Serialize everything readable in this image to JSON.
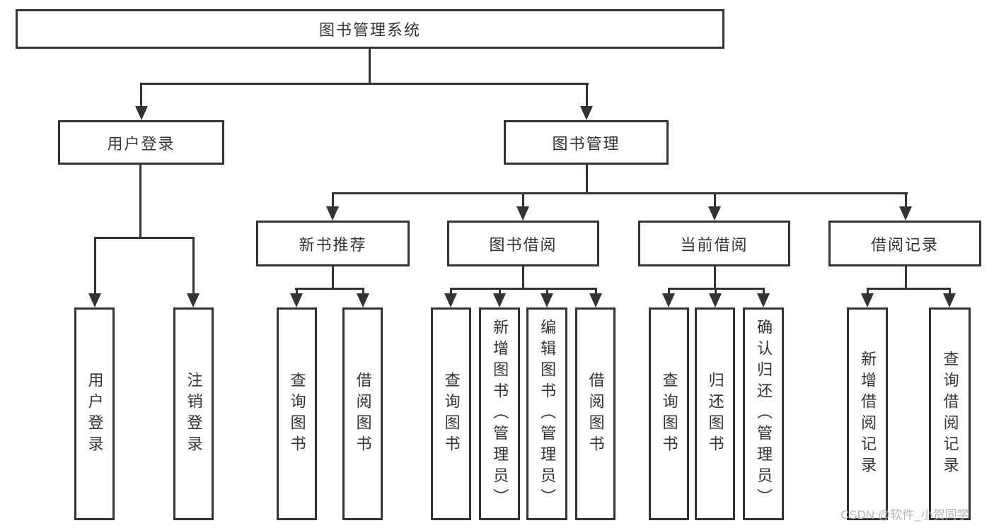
{
  "diagram": {
    "root": {
      "label": "图书管理系统"
    },
    "children": [
      {
        "label": "用户登录",
        "children": [
          {
            "label": "用户登录"
          },
          {
            "label": "注销登录"
          }
        ]
      },
      {
        "label": "图书管理",
        "children": [
          {
            "label": "新书推荐",
            "children": [
              {
                "label": "查询图书"
              },
              {
                "label": "借阅图书"
              }
            ]
          },
          {
            "label": "图书借阅",
            "children": [
              {
                "label": "查询图书"
              },
              {
                "label": "新增图书（管理员）"
              },
              {
                "label": "编辑图书（管理员）"
              },
              {
                "label": "借阅图书"
              }
            ]
          },
          {
            "label": "当前借阅",
            "children": [
              {
                "label": "查询图书"
              },
              {
                "label": "归还图书"
              },
              {
                "label": "确认归还（管理员）"
              }
            ]
          },
          {
            "label": "借阅记录",
            "children": [
              {
                "label": "新增借阅记录"
              },
              {
                "label": "查询借阅记录"
              }
            ]
          }
        ]
      }
    ]
  },
  "watermark": {
    "text": "CSDN @软件_小贺同学"
  },
  "colors": {
    "line": "#333333",
    "text": "#333333",
    "background": "#ffffff",
    "watermark": "#b5b5b5"
  }
}
